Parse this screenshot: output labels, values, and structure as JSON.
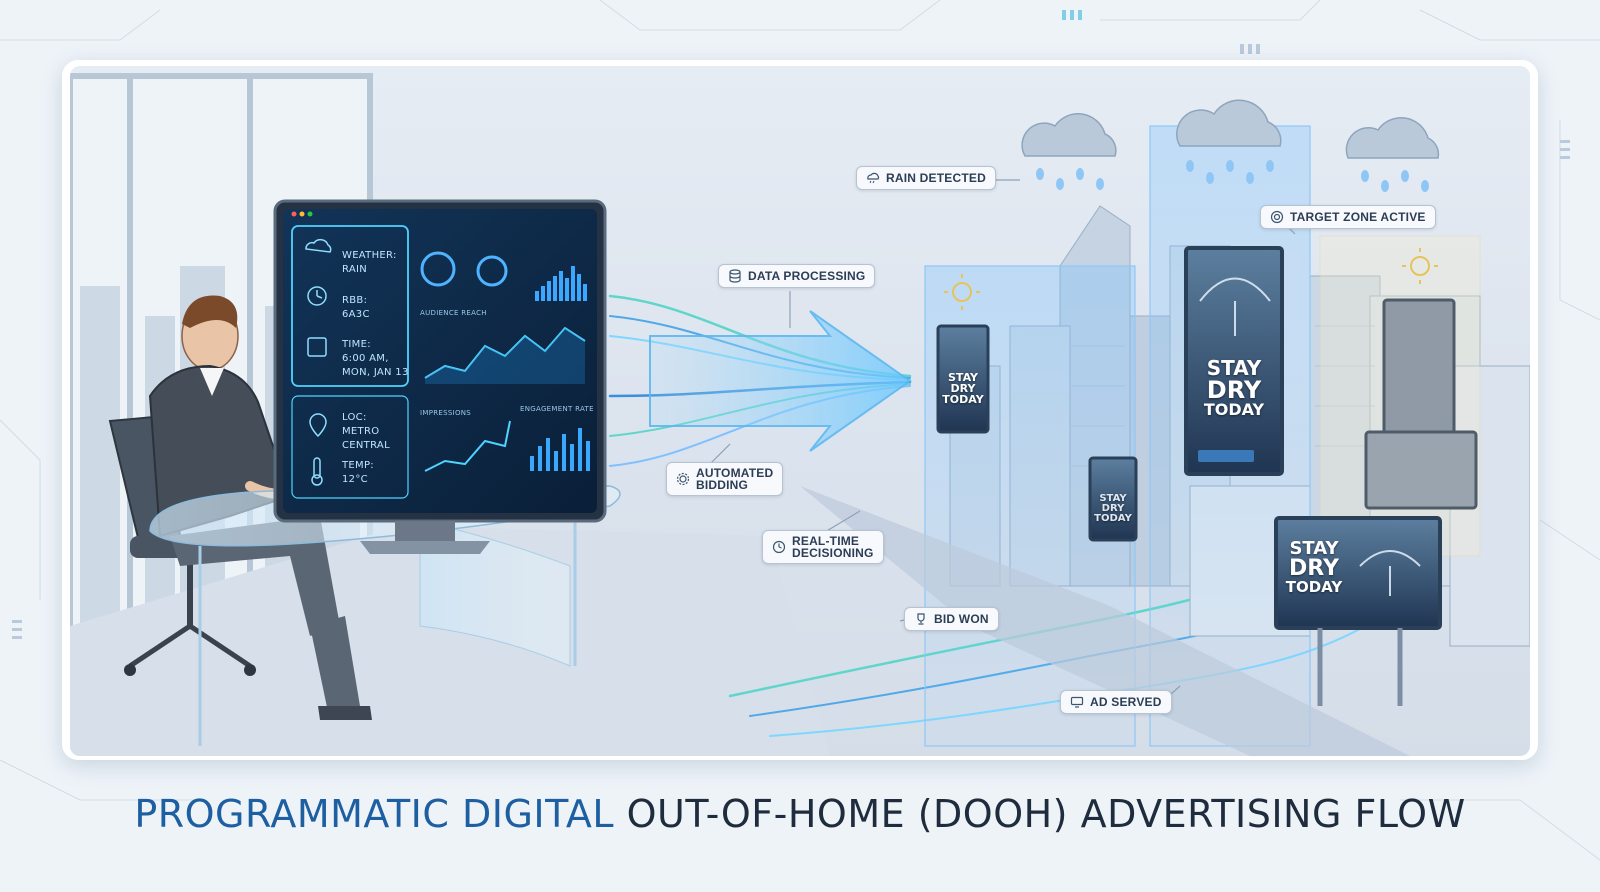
{
  "title": {
    "highlight": "PROGRAMMATIC DIGITAL",
    "rest": "OUT-OF-HOME (DOOH) ADVERTISING FLOW"
  },
  "dashboard": {
    "weather_label": "WEATHER:",
    "weather_value": "RAIN",
    "rbb_label": "RBB:",
    "rbb_value": "6A3C",
    "time_label": "TIME:",
    "time_value_1": "6:00 AM,",
    "time_value_2": "MON, JAN 13",
    "loc_label": "LOC:",
    "loc_value_1": "METRO",
    "loc_value_2": "CENTRAL",
    "temp_label": "TEMP:",
    "temp_value": "12°C",
    "audience_label": "AUDIENCE REACH",
    "impressions_label": "IMPRESSIONS",
    "engagement_label": "ENGAGEMENT RATE"
  },
  "callouts": {
    "rain_detected": "RAIN DETECTED",
    "data_processing": "DATA PROCESSING",
    "automated_bidding_1": "AUTOMATED",
    "automated_bidding_2": "BIDDING",
    "realtime_1": "REAL-TIME",
    "realtime_2": "DECISIONING",
    "bid_won": "BID WON",
    "ad_served": "AD SERVED",
    "target_zone": "TARGET ZONE ACTIVE"
  },
  "billboards": {
    "line1": "STAY",
    "line2": "DRY",
    "line3": "TODAY"
  },
  "icons": [
    "cloud-rain-icon",
    "clock-icon",
    "calendar-icon",
    "location-pin-icon",
    "thermometer-icon",
    "database-icon",
    "gear-icon",
    "timer-icon",
    "trophy-icon",
    "monitor-icon",
    "target-icon",
    "sun-icon",
    "umbrella-icon",
    "cart-icon"
  ],
  "colors": {
    "accent": "#1d5fa0",
    "title_dark": "#1e2c3e",
    "flow_cyan": "#4fd3ff",
    "screen_bg": "#0e2a4a"
  }
}
